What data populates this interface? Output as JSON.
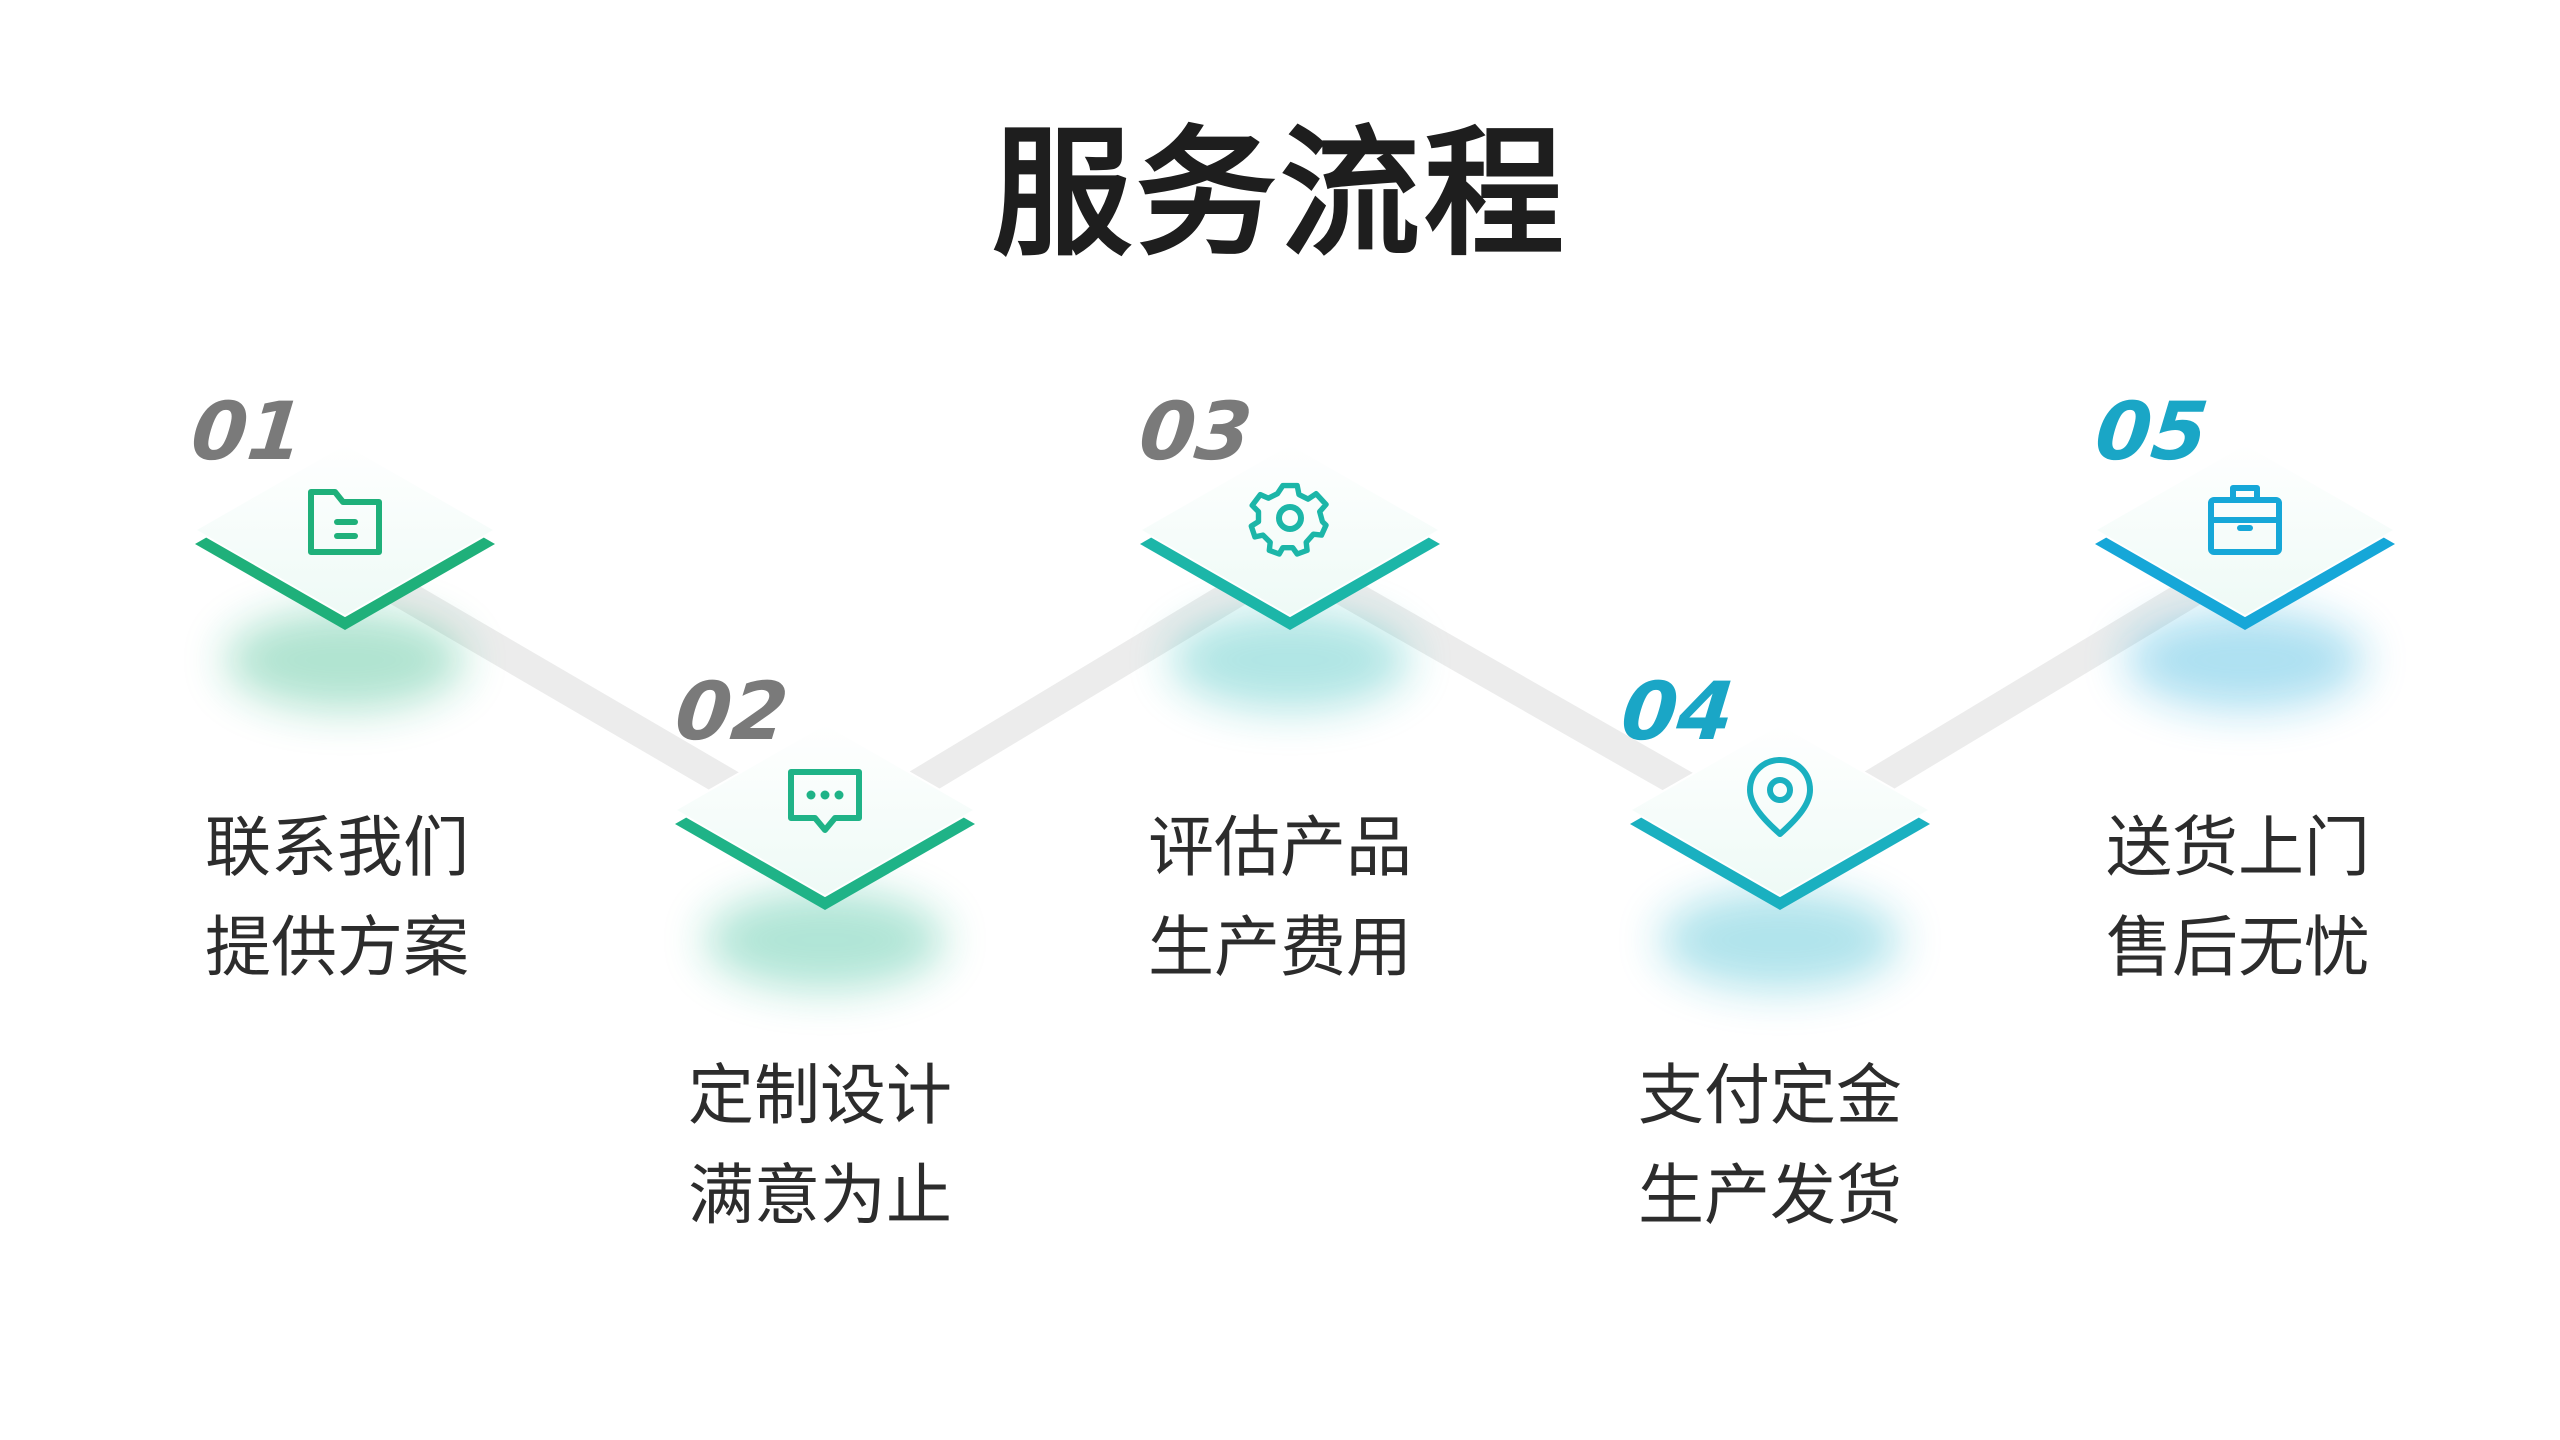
{
  "title": "服务流程",
  "colors": {
    "gray_num": "#7a7a7a",
    "teal_num": "#1aa6c6",
    "green": "#1fb07a",
    "teal": "#1cb6b3",
    "blue": "#16a7d8",
    "connector": "#ececec"
  },
  "steps": [
    {
      "number": "01",
      "icon": "folder-icon",
      "lines": [
        "联系我们",
        "提供方案"
      ]
    },
    {
      "number": "02",
      "icon": "message-icon",
      "lines": [
        "定制设计",
        "满意为止"
      ]
    },
    {
      "number": "03",
      "icon": "gear-icon",
      "lines": [
        "评估产品",
        "生产费用"
      ]
    },
    {
      "number": "04",
      "icon": "location-pin-icon",
      "lines": [
        "支付定金",
        "生产发货"
      ]
    },
    {
      "number": "05",
      "icon": "briefcase-icon",
      "lines": [
        "送货上门",
        "售后无忧"
      ]
    }
  ]
}
